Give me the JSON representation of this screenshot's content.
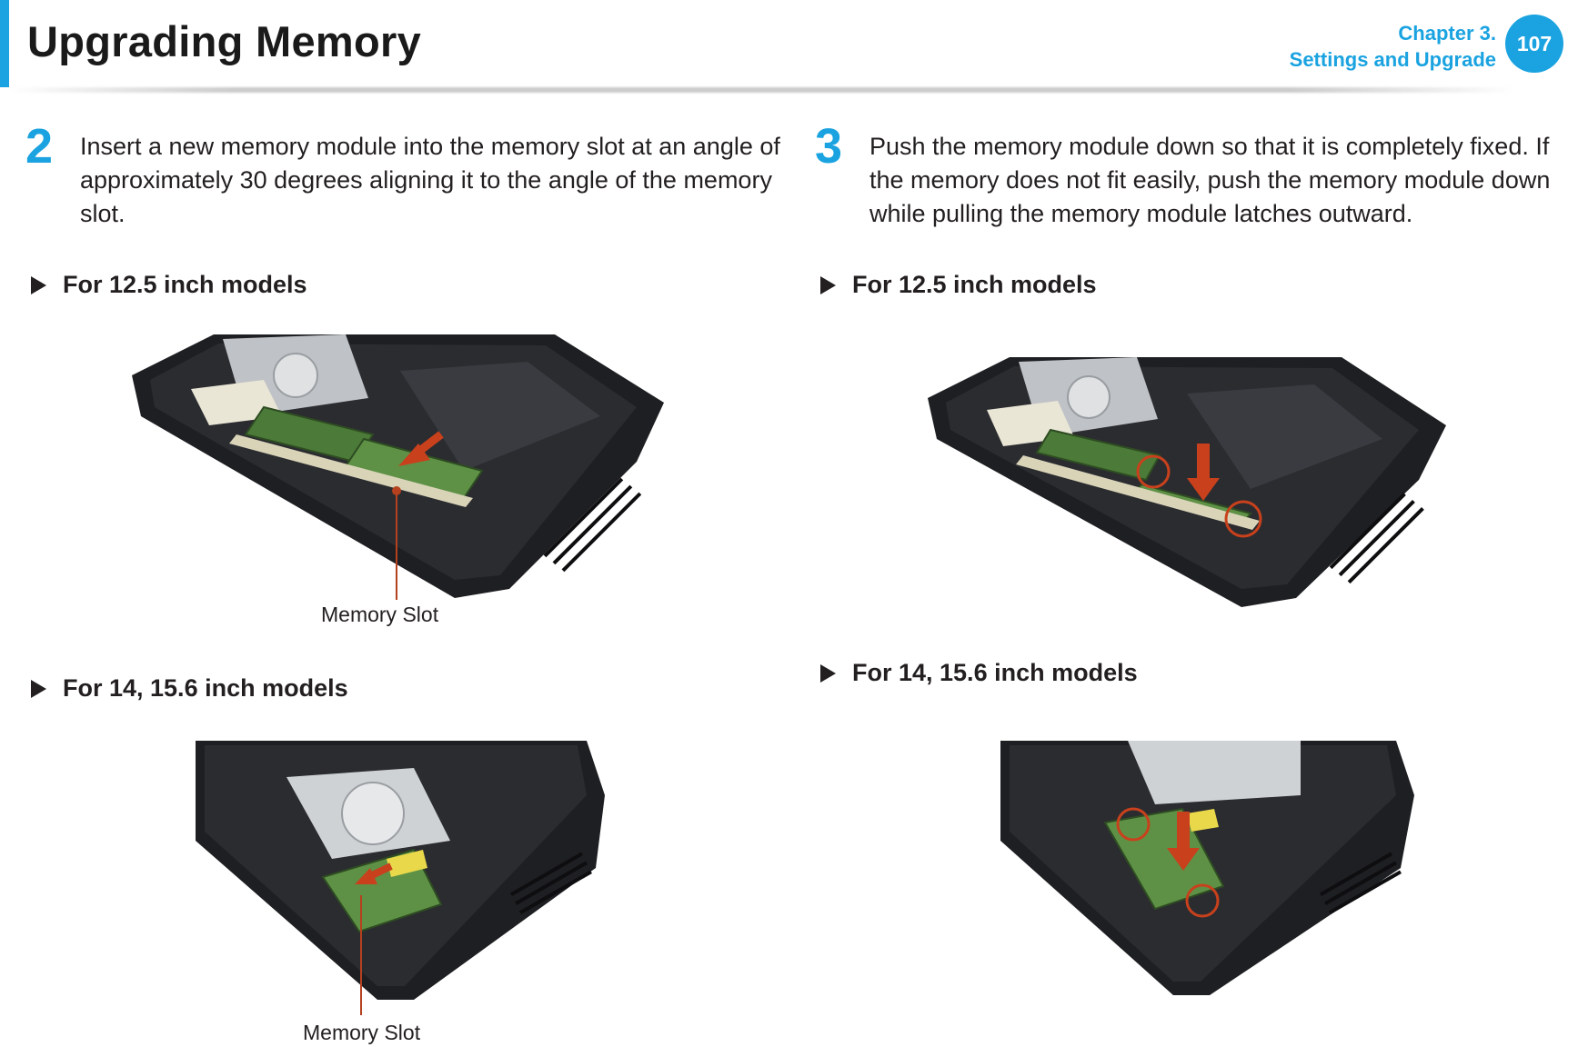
{
  "header": {
    "title": "Upgrading Memory",
    "chapter_line1": "Chapter 3.",
    "chapter_line2": "Settings and Upgrade",
    "page_number": "107"
  },
  "steps": {
    "left": {
      "number": "2",
      "text": "Insert a new memory module into the memory slot at an angle of approximately 30 degrees aligning it to the angle of the memory slot."
    },
    "right": {
      "number": "3",
      "text": "Push the memory module down so that it is completely fixed. If the memory does not fit easily, push the memory module down while pulling the memory module latches outward."
    }
  },
  "subheadings": {
    "left_125": "For 12.5 inch models",
    "left_14": "For 14, 15.6 inch models",
    "right_125": "For 12.5 inch models",
    "right_14": "For 14, 15.6 inch models"
  },
  "captions": {
    "memory_slot_1": "Memory Slot",
    "memory_slot_2": "Memory Slot"
  },
  "colors": {
    "accent": "#1aa3e0",
    "arrow": "#c8411c",
    "leader": "#b5411e"
  },
  "icons": [
    "triangle-bullet-icon",
    "down-arrow-icon",
    "diagonal-arrow-icon",
    "latch-circle-icon"
  ]
}
